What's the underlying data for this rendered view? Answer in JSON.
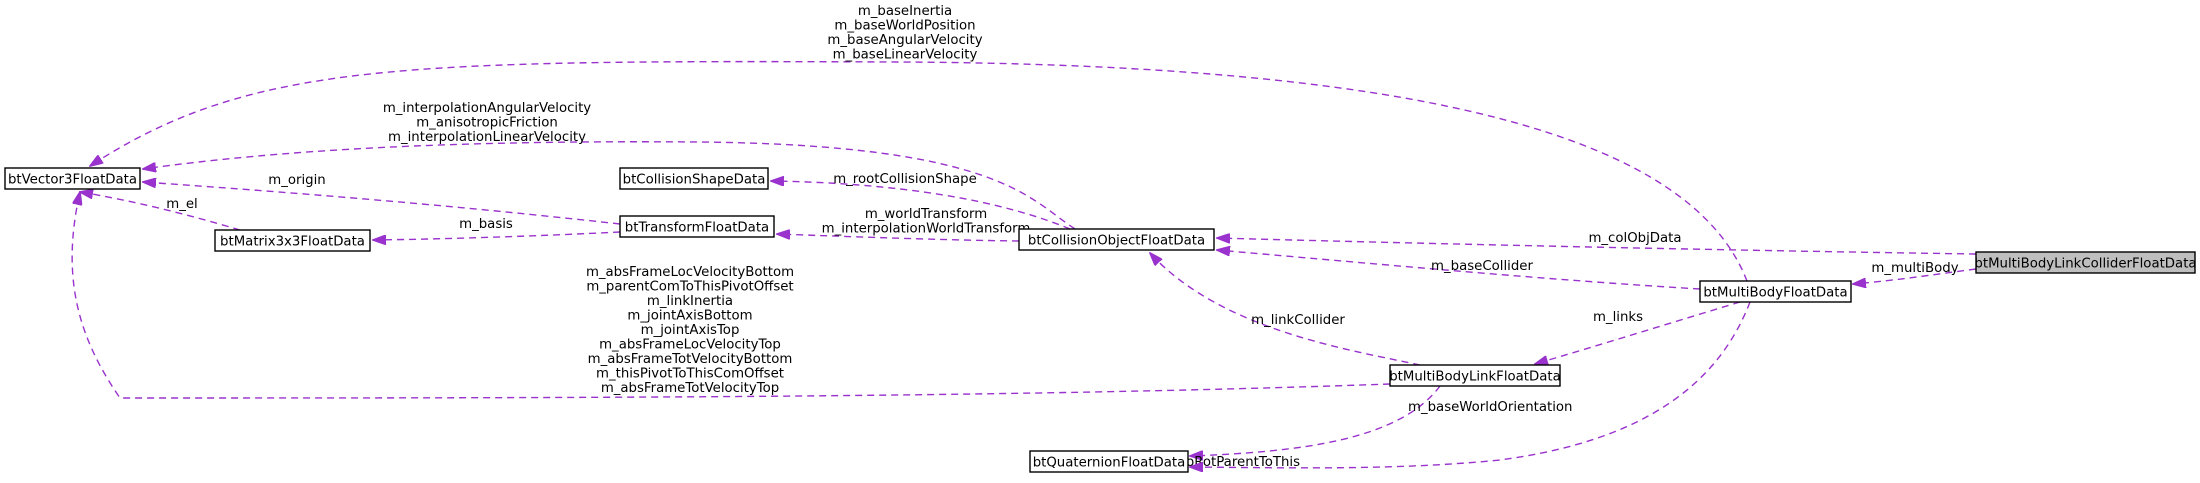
{
  "diagram": {
    "nodes": [
      {
        "id": "v3",
        "label": "btVector3FloatData"
      },
      {
        "id": "csd",
        "label": "btCollisionShapeData"
      },
      {
        "id": "tfd",
        "label": "btTransformFloatData"
      },
      {
        "id": "m33",
        "label": "btMatrix3x3FloatData"
      },
      {
        "id": "cof",
        "label": "btCollisionObjectFloatData"
      },
      {
        "id": "mbf",
        "label": "btMultiBodyFloatData"
      },
      {
        "id": "mblc",
        "label": "btMultiBodyLinkColliderFloatData"
      },
      {
        "id": "mbl",
        "label": "btMultiBodyLinkFloatData"
      },
      {
        "id": "quat",
        "label": "btQuaternionFloatData"
      }
    ],
    "edges": [
      {
        "id": "mbf_v3",
        "from": "mbf",
        "to": "v3",
        "labels": [
          "m_baseInertia",
          "m_baseWorldPosition",
          "m_baseAngularVelocity",
          "m_baseLinearVelocity"
        ]
      },
      {
        "id": "cof_v3",
        "from": "cof",
        "to": "v3",
        "labels": [
          "m_interpolationAngularVelocity",
          "m_anisotropicFriction",
          "m_interpolationLinearVelocity"
        ]
      },
      {
        "id": "tfd_v3",
        "from": "tfd",
        "to": "v3",
        "labels": [
          "m_origin"
        ]
      },
      {
        "id": "m33_v3",
        "from": "m33",
        "to": "v3",
        "labels": [
          "m_el"
        ]
      },
      {
        "id": "tfd_m33",
        "from": "tfd",
        "to": "m33",
        "labels": [
          "m_basis"
        ]
      },
      {
        "id": "cof_csd",
        "from": "cof",
        "to": "csd",
        "labels": [
          "m_rootCollisionShape"
        ]
      },
      {
        "id": "cof_tfd",
        "from": "cof",
        "to": "tfd",
        "labels": [
          "m_worldTransform",
          "m_interpolationWorldTransform"
        ]
      },
      {
        "id": "mblc_cof",
        "from": "mblc",
        "to": "cof",
        "labels": [
          "m_colObjData"
        ]
      },
      {
        "id": "mbf_cof",
        "from": "mbf",
        "to": "cof",
        "labels": [
          "m_baseCollider"
        ]
      },
      {
        "id": "mbl_cof",
        "from": "mbl",
        "to": "cof",
        "labels": [
          "m_linkCollider"
        ]
      },
      {
        "id": "mblc_mbf",
        "from": "mblc",
        "to": "mbf",
        "labels": [
          "m_multiBody"
        ]
      },
      {
        "id": "mbf_mbl",
        "from": "mbf",
        "to": "mbl",
        "labels": [
          "m_links"
        ]
      },
      {
        "id": "mbl_v3",
        "from": "mbl",
        "to": "v3",
        "labels": [
          "m_absFrameLocVelocityBottom",
          "m_parentComToThisPivotOffset",
          "m_linkInertia",
          "m_jointAxisBottom",
          "m_jointAxisTop",
          "m_absFrameLocVelocityTop",
          "m_absFrameTotVelocityBottom",
          "m_thisPivotToThisComOffset",
          "m_absFrameTotVelocityTop"
        ]
      },
      {
        "id": "mbl_quat",
        "from": "mbl",
        "to": "quat",
        "labels": [
          "m_zeroRotParentToThis"
        ]
      },
      {
        "id": "mbf_quat",
        "from": "mbf",
        "to": "quat",
        "labels": [
          "m_baseWorldOrientation"
        ]
      }
    ],
    "colors": {
      "edge": "#9a32cd",
      "node_border": "#000000",
      "highlight_fill": "#bfbfbf"
    }
  }
}
